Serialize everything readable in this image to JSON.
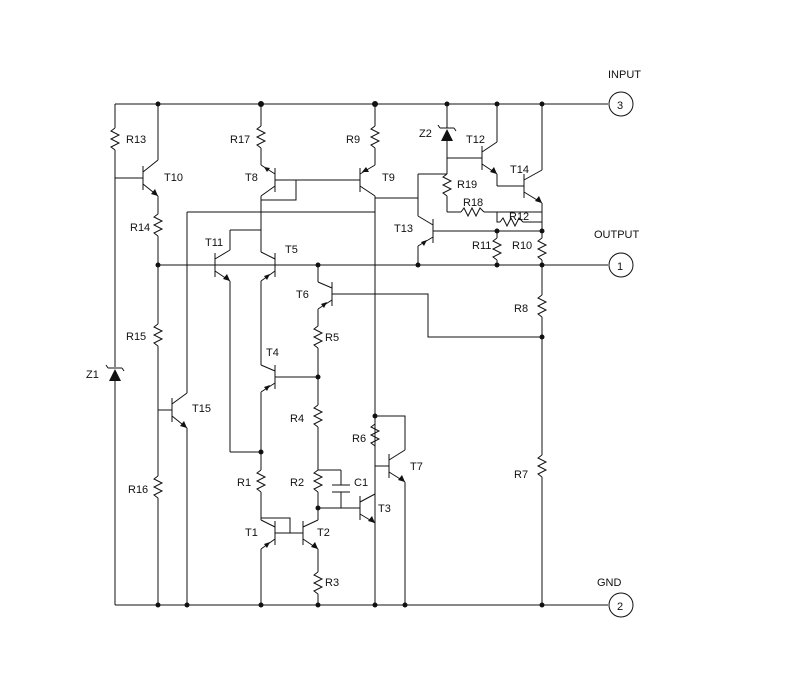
{
  "pins": {
    "input": {
      "label": "INPUT",
      "number": "3"
    },
    "output": {
      "label": "OUTPUT",
      "number": "1"
    },
    "gnd": {
      "label": "GND",
      "number": "2"
    }
  },
  "labels": {
    "R1": "R1",
    "R2": "R2",
    "R3": "R3",
    "R4": "R4",
    "R5": "R5",
    "R6": "R6",
    "R7": "R7",
    "R8": "R8",
    "R9": "R9",
    "R10": "R10",
    "R11": "R11",
    "R12": "R12",
    "R13": "R13",
    "R14": "R14",
    "R15": "R15",
    "R16": "R16",
    "R17": "R17",
    "R18": "R18",
    "R19": "R19",
    "T1": "T1",
    "T2": "T2",
    "T3": "T3",
    "T4": "T4",
    "T5": "T5",
    "T6": "T6",
    "T7": "T7",
    "T8": "T8",
    "T9": "T9",
    "T10": "T10",
    "T11": "T11",
    "T12": "T12",
    "T13": "T13",
    "T14": "T14",
    "T15": "T15",
    "C1": "C1",
    "Z1": "Z1",
    "Z2": "Z2"
  }
}
